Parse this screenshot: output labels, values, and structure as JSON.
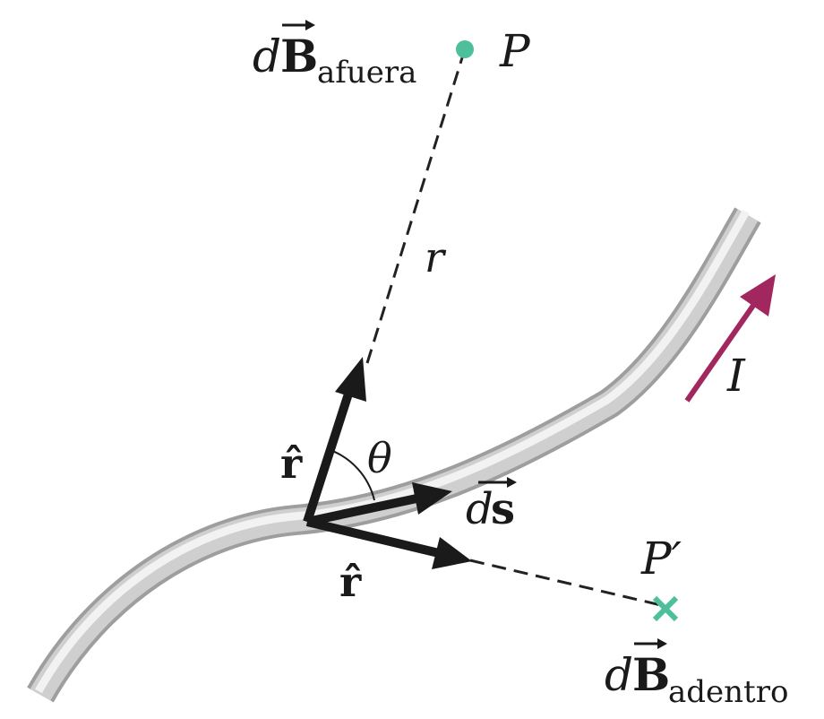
{
  "labels": {
    "dB_out_d": "d",
    "dB_out_B": "B",
    "dB_out_sub": "afuera",
    "P": "P",
    "r": "r",
    "rhat_up": "r̂",
    "theta": "θ",
    "ds_d": "d",
    "ds_s": "s",
    "I": "I",
    "rhat_down": "r̂",
    "P_prime": "P′",
    "dB_in_d": "d",
    "dB_in_B": "B",
    "dB_in_sub": "adentro"
  },
  "colors": {
    "wire_dark": "#a8a8a8",
    "wire_light": "#eeeeee",
    "vector": "#1a1a1a",
    "current_arrow": "#a3275f",
    "point_marker": "#4dbf9a",
    "dashed_line": "#222222"
  }
}
